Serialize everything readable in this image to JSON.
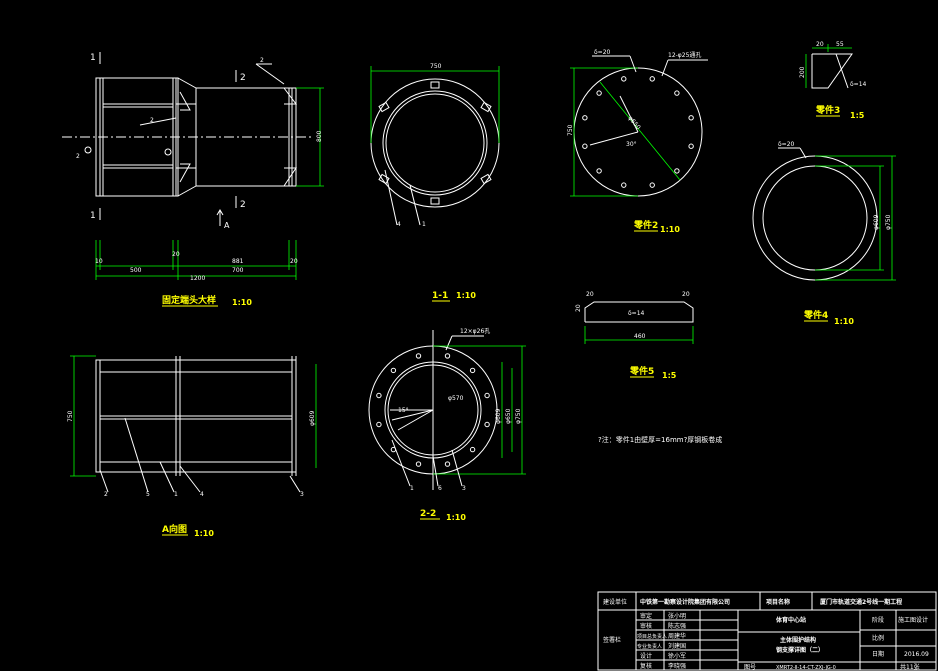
{
  "drawing": {
    "sections": {
      "main_view_title": "固定端头大样",
      "main_view_scale": "1:10",
      "section_1_title": "1-1",
      "section_1_scale": "1:10",
      "part2_title": "零件2",
      "part2_scale": "1:10",
      "part3_title": "零件3",
      "part3_scale": "1:5",
      "part4_title": "零件4",
      "part4_scale": "1:10",
      "part5_title": "零件5",
      "part5_scale": "1:5",
      "a_view_title": "A向图",
      "a_view_scale": "1:10",
      "section_2_title": "2-2",
      "section_2_scale": "1:10"
    },
    "dimensions": {
      "main_dim_10a": "10",
      "main_dim_500": "500",
      "main_dim_20": "20",
      "main_dim_881": "881",
      "main_dim_20b": "20",
      "main_dim_1200": "1200",
      "main_dim_700": "700",
      "main_dim_800": "800",
      "sec1_750": "750",
      "part2_750": "750",
      "part2_delta": "δ=20",
      "part2_holes": "12-φ25通孔",
      "part2_dia": "φ650",
      "part2_angle": "30°",
      "part3_20": "20",
      "part3_55": "55",
      "part3_200": "200",
      "part3_delta": "δ=14",
      "part4_delta": "δ=20",
      "part4_609": "φ609",
      "part4_750": "φ750",
      "part5_20a": "20",
      "part5_20b": "20",
      "part5_20c": "20",
      "part5_delta": "δ=14",
      "part5_460": "460",
      "aview_750": "750",
      "aview_609": "φ609",
      "sec2_holes": "12×φ26孔",
      "sec2_650": "φ650",
      "sec2_609": "φ609",
      "sec2_750": "φ750",
      "sec2_phi": "φ570",
      "sec2_angle": "15°"
    },
    "labels": {
      "cut_1": "1",
      "cut_2": "2",
      "view_a": "A",
      "weld_a": "2",
      "weld_b": "2",
      "main_label_2a": "2",
      "sec1_leader_4": "4",
      "sec1_leader_1": "1",
      "aview_leader_2": "2",
      "aview_leader_5": "5",
      "aview_leader_1": "1",
      "aview_leader_4": "4",
      "aview_leader_3": "3",
      "sec2_leader_1": "1",
      "sec2_leader_6": "6",
      "sec2_leader_3": "3"
    },
    "note": "?注：零件1由壁厚=16mm?厚钢板卷成"
  },
  "title_block": {
    "owner_label": "建设单位",
    "company": "中铁第一勘察设计院集团有限公司",
    "project_label": "项目名称",
    "project_name": "厦门市轨道交通2号线一期工程",
    "station": "体育中心站",
    "stage_label": "阶段",
    "stage_value": "施工图设计",
    "scale_label": "比例",
    "date_label": "日期",
    "date_value": "2016.09",
    "drawing_title_1": "主体围护结构",
    "drawing_title_2": "钢支撑详图（二）",
    "sign_col_label": "签署栏",
    "rows": [
      {
        "role": "审定",
        "name": "张小明"
      },
      {
        "role": "审核",
        "name": "陈志强"
      },
      {
        "role": "项目总负责人",
        "name": "周建华"
      },
      {
        "role": "专业负责人",
        "name": "刘建国"
      },
      {
        "role": "设计",
        "name": "徐小军"
      },
      {
        "role": "复核",
        "name": "李晓强"
      }
    ],
    "drawing_no_label": "图号",
    "drawing_no": "XMRT2-Ⅱ-14-CT-ZXJ-JG-0",
    "sheet_no": "共11张"
  },
  "colors": {
    "background": "#000000",
    "lines": "#ffffff",
    "dimensions": "#00ff00",
    "titles": "#ffff00"
  }
}
